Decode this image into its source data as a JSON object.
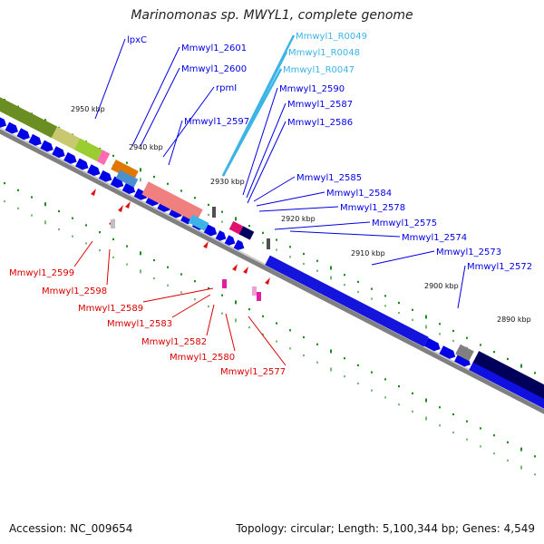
{
  "title": "Marinomonas sp. MWYL1, complete genome",
  "footer": {
    "accession": "Accession: NC_009654",
    "summary": "Topology: circular; Length: 5,100,344 bp; Genes: 4,549"
  },
  "colors": {
    "cds_forward": "#0000e6",
    "rna_label": "#3cb4e6",
    "reverse_label": "#dc0000",
    "backbone": "#808080",
    "gc_dots": "#1a8c1a"
  },
  "ticks": [
    {
      "label": "2950 kbp"
    },
    {
      "label": "2940 kbp"
    },
    {
      "label": "2930 kbp"
    },
    {
      "label": "2920 kbp"
    },
    {
      "label": "2910 kbp"
    },
    {
      "label": "2900 kbp"
    },
    {
      "label": "2890 kbp"
    }
  ],
  "upper_labels": [
    {
      "text": "lpxC",
      "kind": "cds"
    },
    {
      "text": "Mmwyl1_2601",
      "kind": "cds"
    },
    {
      "text": "Mmwyl1_2600",
      "kind": "cds"
    },
    {
      "text": "rpmI",
      "kind": "cds"
    },
    {
      "text": "Mmwyl1_2597",
      "kind": "cds"
    },
    {
      "text": "Mmwyl1_R0049",
      "kind": "rna"
    },
    {
      "text": "Mmwyl1_R0048",
      "kind": "rna"
    },
    {
      "text": "Mmwyl1_R0047",
      "kind": "rna"
    },
    {
      "text": "Mmwyl1_2590",
      "kind": "cds"
    },
    {
      "text": "Mmwyl1_2587",
      "kind": "cds"
    },
    {
      "text": "Mmwyl1_2586",
      "kind": "cds"
    },
    {
      "text": "Mmwyl1_2585",
      "kind": "cds"
    },
    {
      "text": "Mmwyl1_2584",
      "kind": "cds"
    },
    {
      "text": "Mmwyl1_2578",
      "kind": "cds"
    },
    {
      "text": "Mmwyl1_2575",
      "kind": "cds"
    },
    {
      "text": "Mmwyl1_2574",
      "kind": "cds"
    },
    {
      "text": "Mmwyl1_2573",
      "kind": "cds"
    },
    {
      "text": "Mmwyl1_2572",
      "kind": "cds"
    }
  ],
  "lower_labels": [
    {
      "text": "Mmwyl1_2599"
    },
    {
      "text": "Mmwyl1_2598"
    },
    {
      "text": "Mmwyl1_2589"
    },
    {
      "text": "Mmwyl1_2583"
    },
    {
      "text": "Mmwyl1_2582"
    },
    {
      "text": "Mmwyl1_2580"
    },
    {
      "text": "Mmwyl1_2577"
    }
  ]
}
